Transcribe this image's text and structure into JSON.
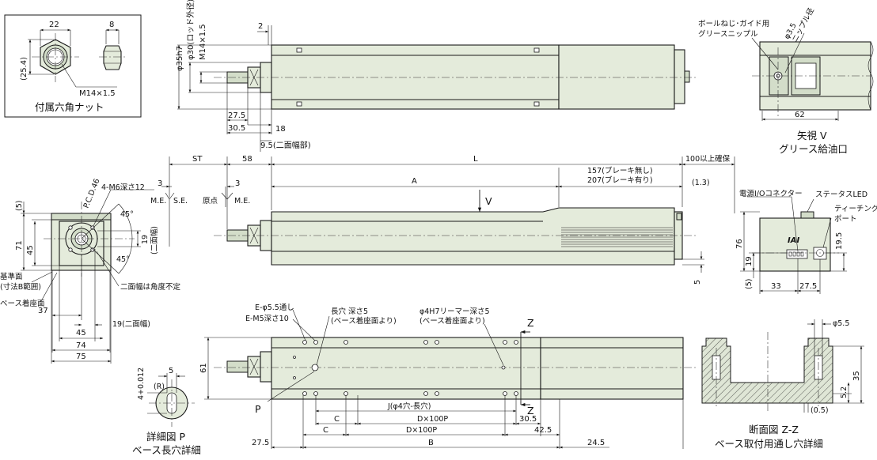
{
  "hex_nut": {
    "dims": [
      "22",
      "8",
      "(25.4)",
      "M14×1.5"
    ],
    "caption": "付属六角ナット"
  },
  "side_top": {
    "rod_dims": [
      "φ35h7",
      "φ30(ロッド外径)",
      "M14×1.5",
      "2"
    ],
    "bottom_dims": [
      "27.5",
      "30.5",
      "18",
      "9.5(二面幅部)"
    ]
  },
  "view_v": {
    "note_line1": "ボールねじ･ガイド用",
    "note_line2": "グリースニップル",
    "nipple_dim": "φ3.5",
    "nipple_note": "ニップル径",
    "width_dim": "62",
    "caption_line1": "矢視 V",
    "caption_line2": "グリース給油口"
  },
  "main_side": {
    "dims_top": [
      "ST",
      "58",
      "L",
      "100以上確保"
    ],
    "brake_line1": "157(ブレーキ無し)",
    "brake_line2": "207(ブレーキ有り)",
    "dim_a": "A",
    "dim_13": "(1.3)",
    "view_arrow": "V",
    "dims_left": [
      "3",
      "3"
    ],
    "labels_left": [
      "M.E.",
      "S.E.",
      "原点",
      "M.E."
    ],
    "dim_5": "5"
  },
  "end_view": {
    "pcd": "P.C.D.46",
    "screw": "4-M6深さ12",
    "dims_left": [
      "(5)",
      "71",
      "45"
    ],
    "angles": [
      "45°",
      "45°"
    ],
    "flat_dims": [
      "19",
      "(二面幅)"
    ],
    "base_ref_line1": "基準面",
    "base_ref_line2": "(寸法B範囲)",
    "base_mount": "ベース着座面",
    "flat_note": "二面幅は角度不定",
    "bottom_dims": [
      "37",
      "19(二面幅)",
      "45",
      "74",
      "75"
    ]
  },
  "rear_view": {
    "labels": [
      "電源I/Oコネクター",
      "ステータスLED",
      "ティーチング",
      "ポート"
    ],
    "logo": "IAI",
    "dims": [
      "76",
      "19",
      "19.5",
      "(5)",
      "33",
      "27.5"
    ]
  },
  "bottom_view": {
    "labels": [
      "E-φ5.5通し",
      "E-M5深さ10",
      "長穴 深さ5",
      "(ベース着座面より)",
      "φ4H7リーマー深さ5",
      "(ベース着座面より)"
    ],
    "section_marks": [
      "Z",
      "Z"
    ],
    "dim_61": "61",
    "detail_mark": "P",
    "bottom_dims": [
      "J(φ4穴-長穴)",
      "C",
      "D×100P",
      "30.5",
      "C",
      "D×100P",
      "42.5",
      "27.5",
      "B",
      "24.5"
    ]
  },
  "detail_p": {
    "dims": [
      "5",
      "4+0.012"
    ],
    "mark": "(R)",
    "caption_line1": "詳細図 P",
    "caption_line2": "ベース長穴詳細"
  },
  "section_zz": {
    "dims": [
      "φ5.5",
      "35",
      "5.2",
      "(0.5)"
    ],
    "caption_line1": "断面図 Z-Z",
    "caption_line2": "ベース取付用通し穴詳細"
  }
}
